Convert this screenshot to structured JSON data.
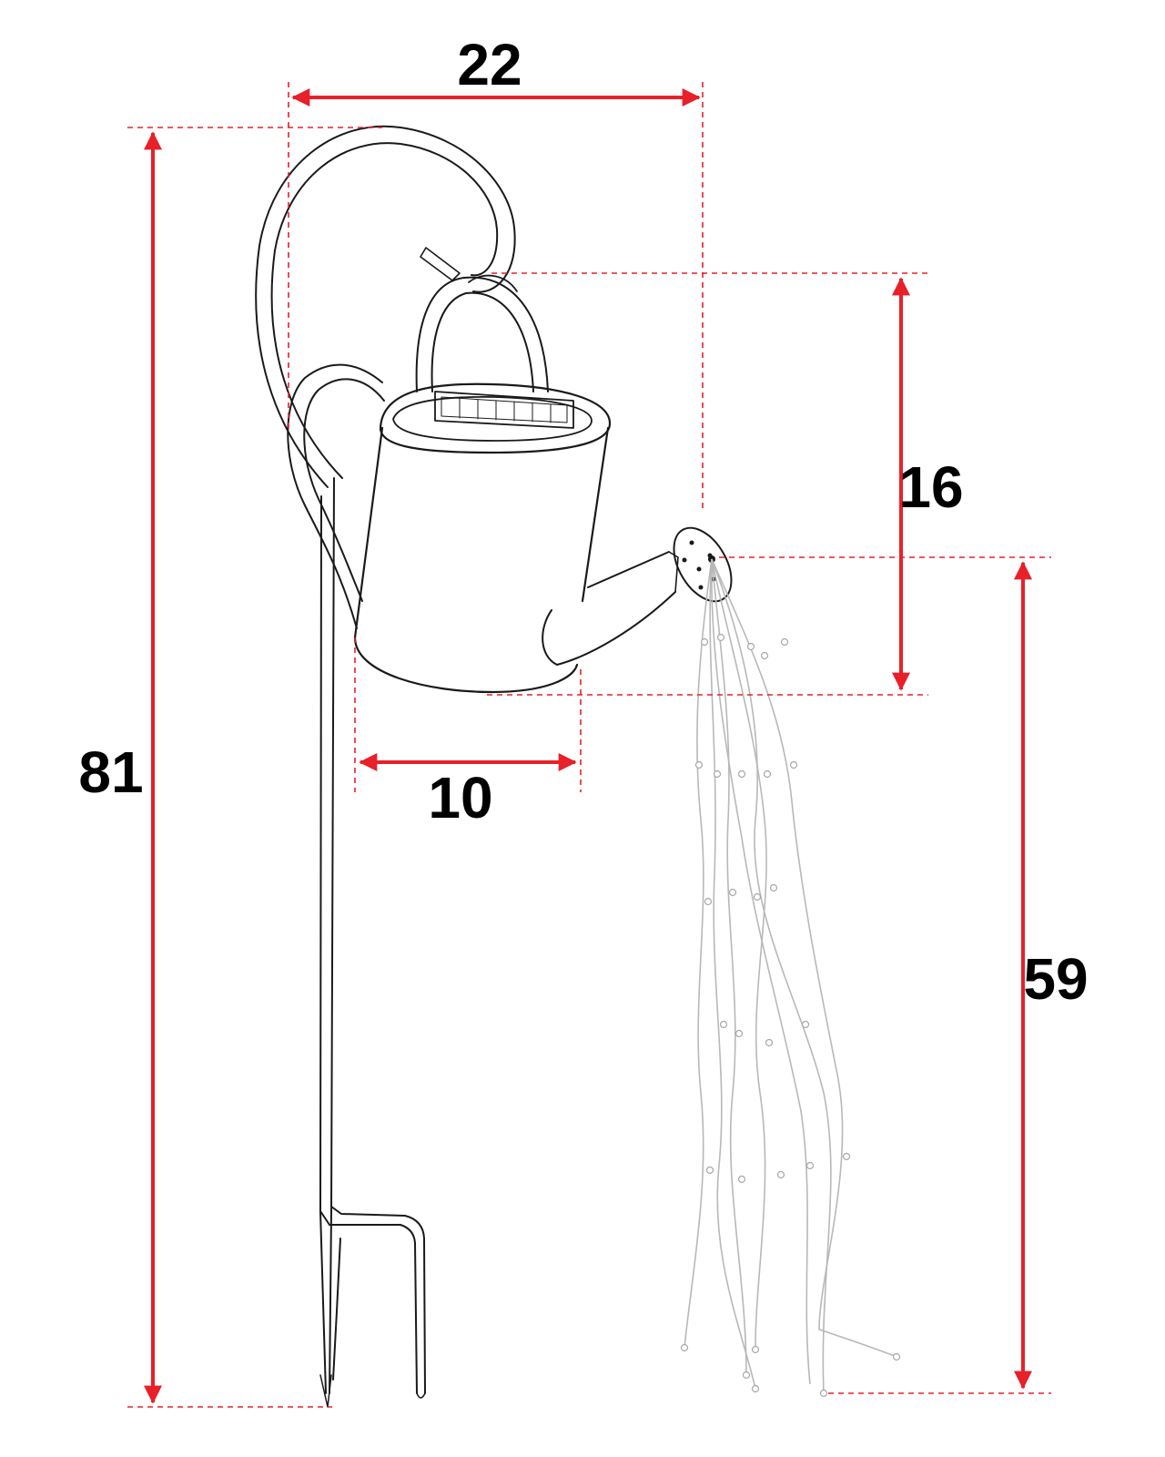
{
  "dimensions": {
    "width_total": "22",
    "height_total": "81",
    "can_height": "16",
    "base_width": "10",
    "lights_length": "59"
  },
  "colors": {
    "dimension": "#e8202a",
    "outline": "#1a1a1a",
    "lights": "#b8b8b8"
  },
  "icons": {
    "product": "solar-watering-can-stake-light"
  }
}
